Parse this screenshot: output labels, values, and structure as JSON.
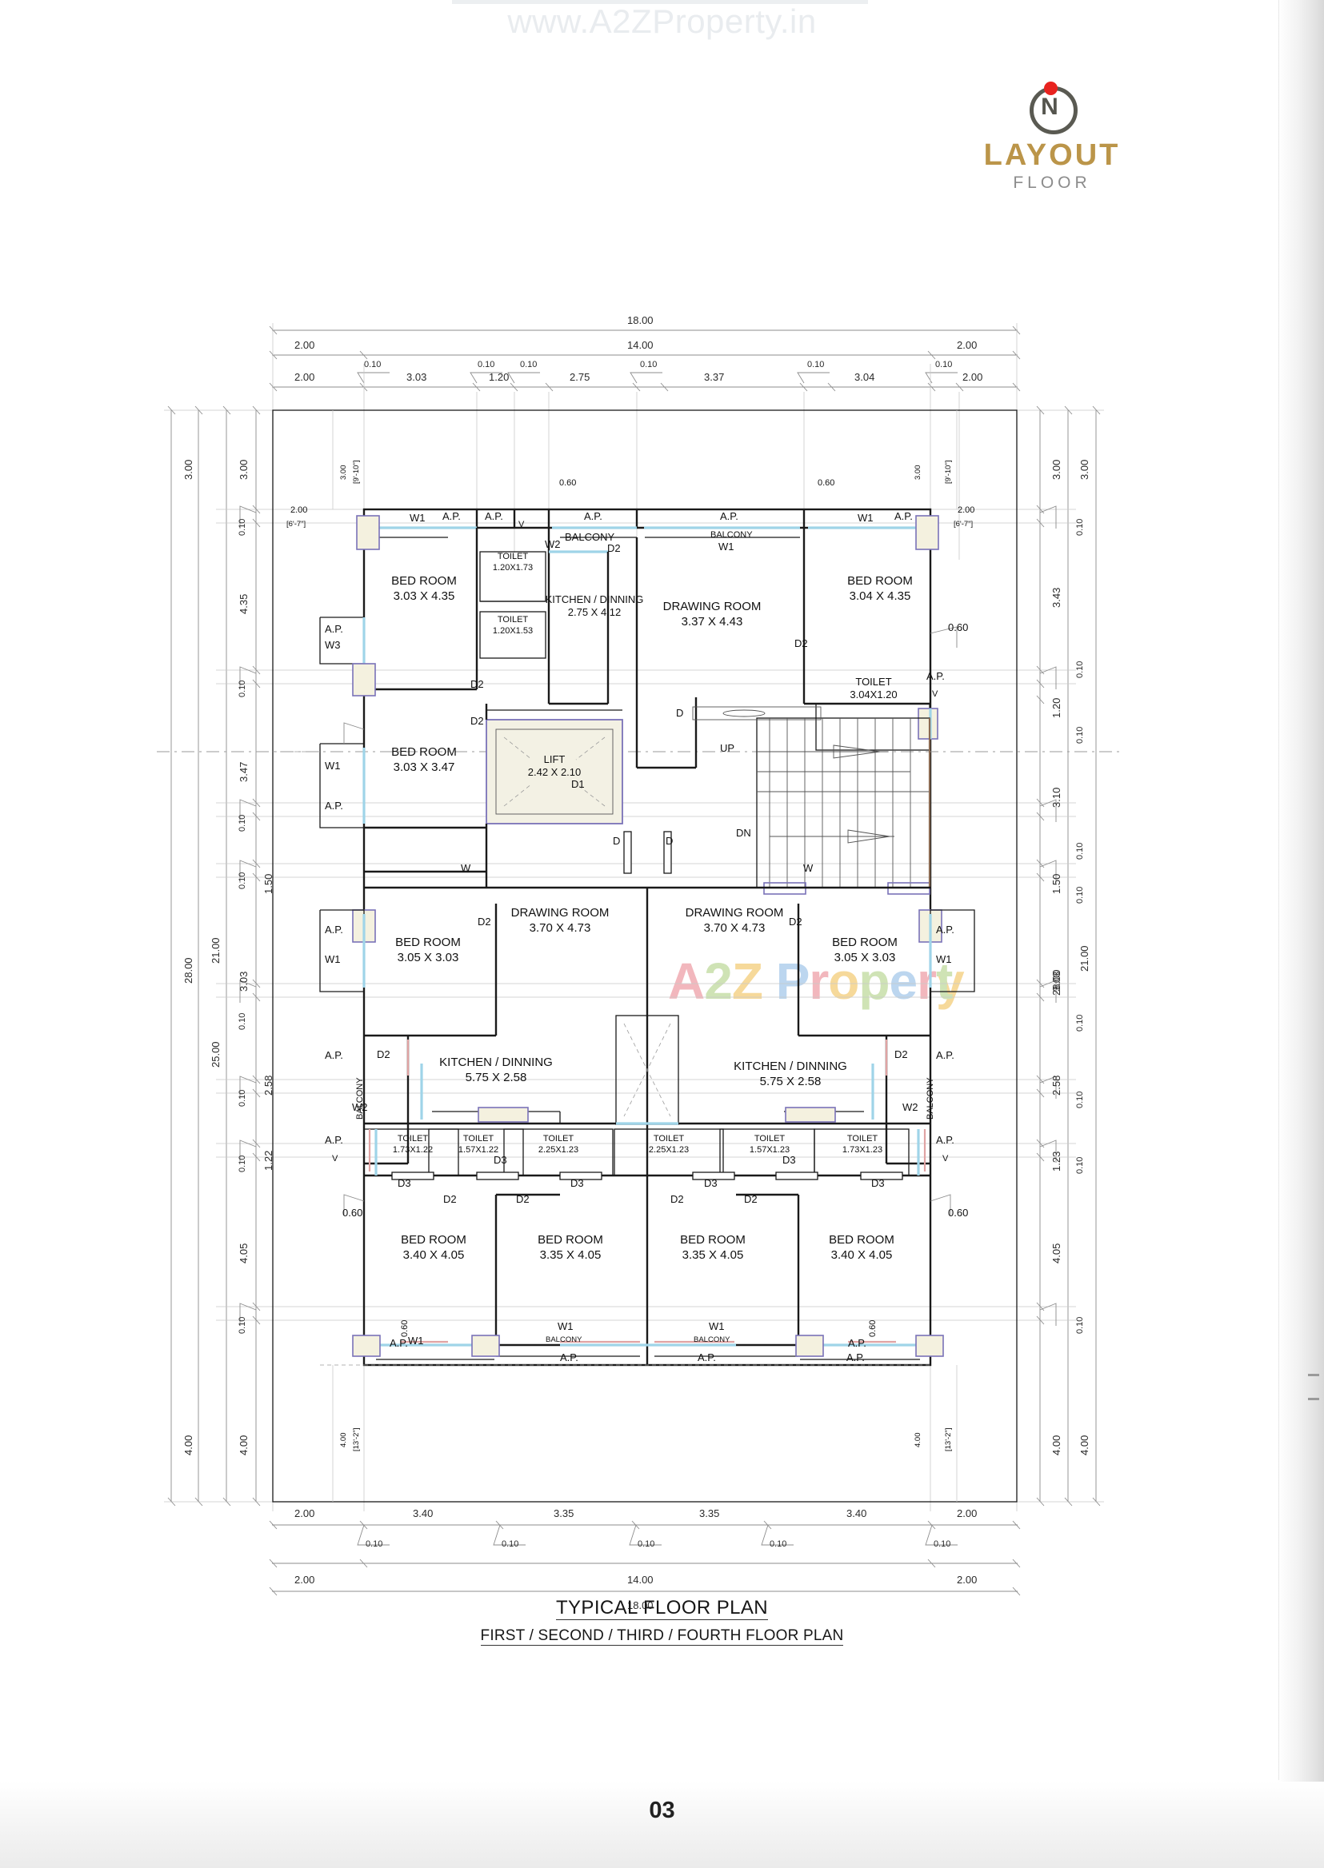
{
  "watermark": {
    "top": "www.A2ZProperty.in",
    "center": "A2Z Property"
  },
  "logo": {
    "compass_label": "N",
    "title": "LAYOUT",
    "subtitle": "FLOOR",
    "gold": "#bb9549",
    "gray": "#8c8c8c",
    "dot_color": "#e8231f"
  },
  "title_block": {
    "main": "TYPICAL FLOOR PLAN",
    "sub": "FIRST / SECOND / THIRD / FOURTH FLOOR PLAN",
    "page_number": "03"
  },
  "dimensions": {
    "top_overall": "18.00",
    "top_inner": "14.00",
    "top_left_margin": "2.00",
    "top_right_margin": "2.00",
    "top_chain": [
      "2.00",
      "0.10",
      "3.03",
      "0.10",
      "1.20",
      "0.10",
      "2.75",
      "0.10",
      "3.37",
      "0.10",
      "3.04",
      "0.10",
      "2.00"
    ],
    "bottom_overall": "18.00",
    "bottom_inner": "14.00",
    "bottom_left_margin": "2.00",
    "bottom_right_margin": "2.00",
    "bottom_chain": [
      "2.00",
      "0.10",
      "3.40",
      "0.10",
      "3.35",
      "0.10",
      "3.35",
      "0.10",
      "3.40",
      "0.10",
      "2.00"
    ],
    "left_overall": "28.00",
    "left_second": "25.00",
    "left_third": "21.00",
    "left_chain": [
      "3.00",
      "0.10",
      "4.35",
      "0.10",
      "3.47",
      "0.10",
      "1.50",
      "0.10",
      "3.03",
      "0.10",
      "2.58",
      "0.10",
      "1.22",
      "0.10",
      "4.05",
      "0.10",
      "4.00"
    ],
    "right_overall": "28.00",
    "right_second": "21.00",
    "right_chain": [
      "3.00",
      "0.10",
      "3.43",
      "0.10",
      "1.20",
      "0.10",
      "3.10",
      "0.10",
      "1.50",
      "0.10",
      "3.03",
      "0.10",
      "2.58",
      "0.10",
      "1.23",
      "0.10",
      "4.05",
      "0.10",
      "4.00"
    ],
    "outer_left_top": "3.00",
    "outer_left_bottom": "4.00",
    "inner_wall_note": "0.60",
    "balcony_proj_left": "2.00",
    "balcony_proj_left_ft": "[6'-7\"]",
    "balcony_proj_right": "2.00",
    "balcony_proj_right_ft": "[6'-7\"]",
    "vert_left_top": "3.00",
    "vert_left_top_ft": "[9'-10\"]",
    "vert_right_top": "3.00",
    "vert_right_top_ft": "[9'-10\"]",
    "vert_left_bottom": "4.00",
    "vert_left_bottom_ft": "[13'-2\"]",
    "vert_right_bottom": "4.00",
    "vert_right_bottom_ft": "[13'-2\"]"
  },
  "rooms": {
    "bed_top_left": {
      "name": "BED ROOM",
      "size": "3.03 X 4.35"
    },
    "bed_top_right": {
      "name": "BED ROOM",
      "size": "3.04 X 4.35"
    },
    "bed_mid_left": {
      "name": "BED ROOM",
      "size": "3.03 X 3.47"
    },
    "bed_row3_left": {
      "name": "BED ROOM",
      "size": "3.05 X 3.03"
    },
    "bed_row3_right": {
      "name": "BED ROOM",
      "size": "3.05 X 3.03"
    },
    "bed_bot_1": {
      "name": "BED ROOM",
      "size": "3.40 X 4.05"
    },
    "bed_bot_2": {
      "name": "BED ROOM",
      "size": "3.35 X 4.05"
    },
    "bed_bot_3": {
      "name": "BED ROOM",
      "size": "3.35 X 4.05"
    },
    "bed_bot_4": {
      "name": "BED ROOM",
      "size": "3.40 X 4.05"
    },
    "drawing_top": {
      "name": "DRAWING ROOM",
      "size": "3.37 X 4.43"
    },
    "drawing_mid_left": {
      "name": "DRAWING ROOM",
      "size": "3.70 X 4.73"
    },
    "drawing_mid_right": {
      "name": "DRAWING ROOM",
      "size": "3.70 X 4.73"
    },
    "kitchen_top": {
      "name": "KITCHEN / DINNING",
      "size": "2.75 X 4.12"
    },
    "kitchen_left": {
      "name": "KITCHEN / DINNING",
      "size": "5.75 X 2.58"
    },
    "kitchen_right": {
      "name": "KITCHEN / DINNING",
      "size": "5.75 X 2.58"
    },
    "lift": {
      "name": "LIFT",
      "size": "2.42 X 2.10"
    },
    "toilet_top_1": {
      "name": "TOILET",
      "size": "1.20X1.73"
    },
    "toilet_top_2": {
      "name": "TOILET",
      "size": "1.20X1.53"
    },
    "toilet_stair": {
      "name": "TOILET",
      "size": "3.04X1.20"
    },
    "toilet_r3_1": {
      "name": "TOILET",
      "size": "1.73X1.22"
    },
    "toilet_r3_2": {
      "name": "TOILET",
      "size": "1.57X1.22"
    },
    "toilet_r3_3": {
      "name": "TOILET",
      "size": "2.25X1.23"
    },
    "toilet_r3_4": {
      "name": "TOILET",
      "size": "2.25X1.23"
    },
    "toilet_r3_5": {
      "name": "TOILET",
      "size": "1.57X1.23"
    },
    "toilet_r3_6": {
      "name": "TOILET",
      "size": "1.73X1.23"
    }
  },
  "labels": {
    "balcony": "BALCONY",
    "ap": "A.P.",
    "v": "V",
    "w": "W",
    "w1": "W1",
    "w2": "W2",
    "w3": "W3",
    "d": "D",
    "d1": "D1",
    "d2": "D2",
    "d3": "D3",
    "up": "UP",
    "dn": "DN",
    "proj_060": "0.60"
  }
}
